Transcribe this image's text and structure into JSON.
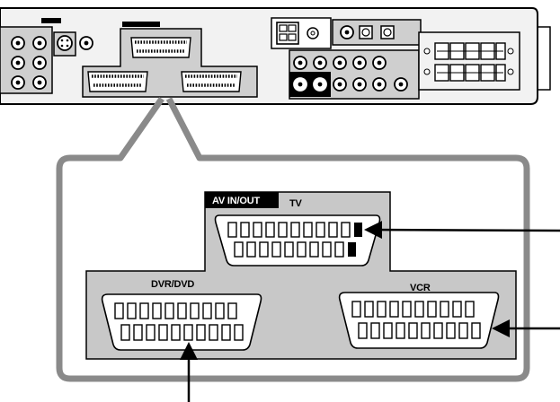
{
  "panel": {
    "av_in_out": "AV IN/OUT",
    "tv": "TV",
    "dvr_dvd": "DVR/DVD",
    "vcr": "VCR"
  }
}
